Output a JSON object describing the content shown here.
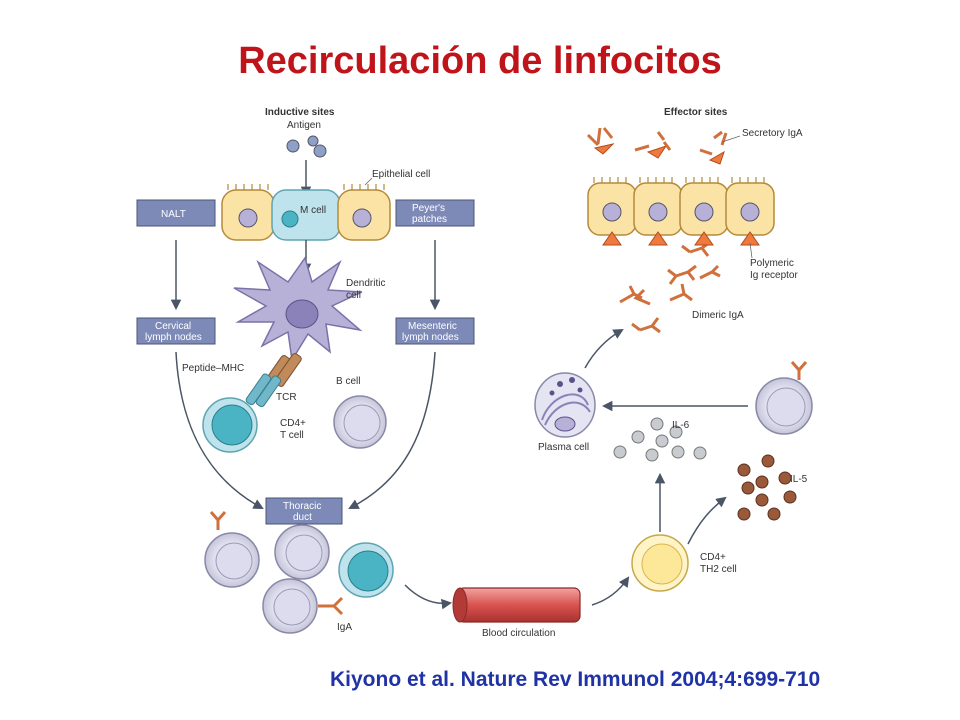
{
  "title": "Recirculación de linfocitos",
  "citation": "Kiyono et al. Nature Rev Immunol 2004;4:699-710",
  "labels": {
    "inductive_sites": "Inductive sites",
    "effector_sites": "Effector sites",
    "antigen": "Antigen",
    "epithelial_cell": "Epithelial cell",
    "m_cell": "M cell",
    "nalt": "NALT",
    "peyers_1": "Peyer's",
    "peyers_2": "patches",
    "dendritic_1": "Dendritic",
    "dendritic_2": "cell",
    "cervical_1": "Cervical",
    "cervical_2": "lymph nodes",
    "mesenteric_1": "Mesenteric",
    "mesenteric_2": "lymph nodes",
    "peptide_mhc": "Peptide–MHC",
    "tcr": "TCR",
    "cd4_1": "CD4+",
    "cd4_2": "T cell",
    "b_cell": "B cell",
    "thoracic_1": "Thoracic",
    "thoracic_2": "duct",
    "iga": "IgA",
    "blood_circulation": "Blood circulation",
    "th2_1": "CD4+",
    "th2_2": "TH2 cell",
    "il6": "IL-6",
    "il5": "IL-5",
    "plasma_cell": "Plasma cell",
    "secretory_iga": "Secretory IgA",
    "polymeric_1": "Polymeric",
    "polymeric_2": "Ig receptor",
    "dimeric_iga": "Dimeric IgA"
  },
  "colors": {
    "title": "#c0141b",
    "citation": "#1f33a6",
    "box_fill": "#7d8ab8",
    "epithelial_fill": "#fbe3a6",
    "m_cell_fill": "#bfe3ec",
    "dendritic_fill": "#b7b1d8",
    "cd4_fill": "#4bb4c4",
    "th2_fill": "#fde89a",
    "receptor": "#f07a3e",
    "il5": "#9a5a3a",
    "il6": "#c8ccd0",
    "blood_vessel": "#d9534f"
  }
}
